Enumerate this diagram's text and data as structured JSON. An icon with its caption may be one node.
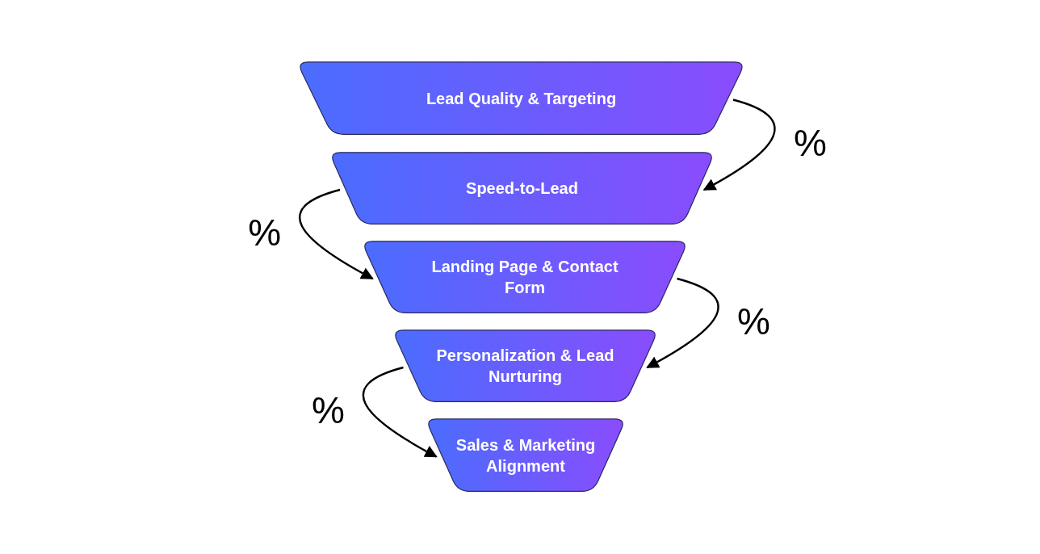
{
  "diagram": {
    "nodes": [
      {
        "text": [
          "Lead Quality & Targeting"
        ]
      },
      {
        "text": [
          "Speed-to-Lead"
        ]
      },
      {
        "text": [
          "Landing Page & Contact Form"
        ]
      },
      {
        "text": [
          "Personalization & Lead Nurturing"
        ]
      },
      {
        "text": [
          "Sales & Marketing Alignment"
        ]
      }
    ],
    "edges": [
      {
        "from": 0,
        "to": 1,
        "arrow": "to",
        "label": "%"
      },
      {
        "from": 1,
        "to": 2,
        "arrow": "to",
        "label": "%"
      },
      {
        "from": 2,
        "to": 3,
        "arrow": "to",
        "label": "%"
      },
      {
        "from": 3,
        "to": 4,
        "arrow": "to",
        "label": "%"
      }
    ]
  }
}
